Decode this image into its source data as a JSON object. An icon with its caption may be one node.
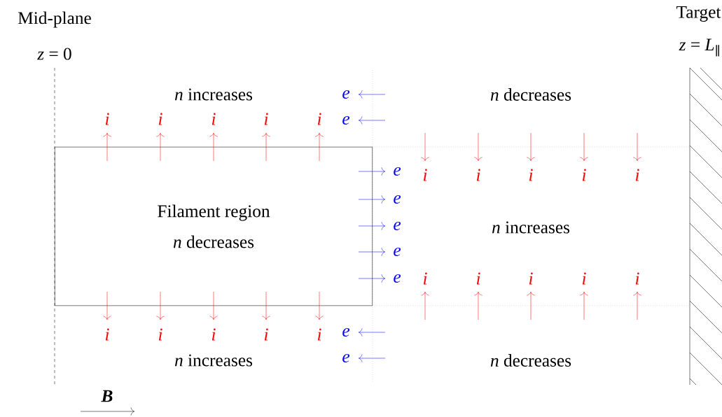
{
  "diagram": {
    "nodes": [
      {
        "text": [
          "Filament region",
          "*n* decreases"
        ]
      }
    ],
    "labels": [
      "Mid-plane",
      "*z* = 0",
      "Target",
      "*z* = *L*$_{∥}$",
      "*n* increases",
      "e",
      "*n* decreases",
      "e",
      "i",
      "i",
      "i",
      "i",
      "i",
      "i",
      "i",
      "i",
      "i",
      "i",
      "e",
      "e",
      "e",
      "e",
      "e",
      "*n* increases",
      "i",
      "i",
      "i",
      "i",
      "i",
      "i",
      "i",
      "i",
      "i",
      "i",
      "e",
      "e",
      "*n* increases",
      "*n* decreases",
      "B"
    ]
  }
}
